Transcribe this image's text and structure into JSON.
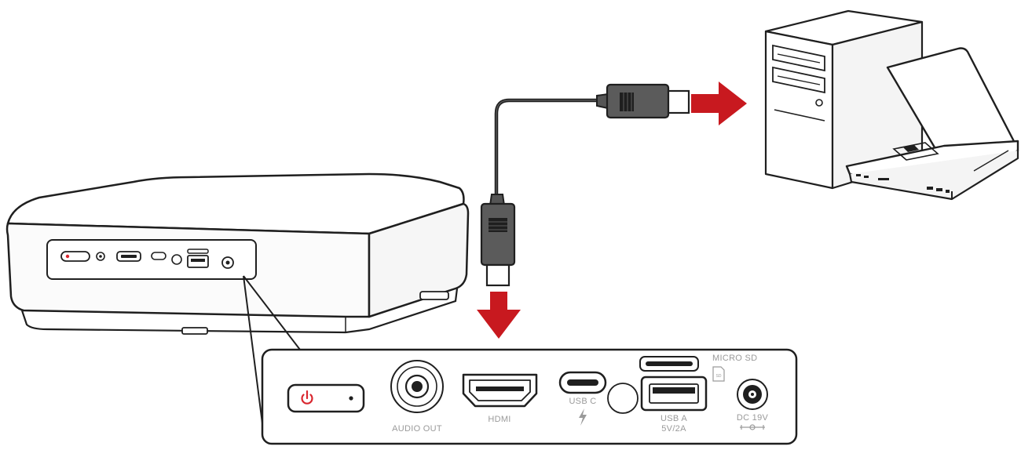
{
  "ports": {
    "audio_out": "AUDIO OUT",
    "hdmi": "HDMI",
    "usb_c": "USB C",
    "usb_a": "USB A",
    "usb_a_spec": "5V/2A",
    "micro_sd": "MICRO SD",
    "sd_badge": "SD",
    "dc_in": "DC 19V"
  },
  "colors": {
    "arrow": "#c8191f",
    "power": "#d9262e",
    "outline": "#1f1f1f",
    "label": "#9a9a9a"
  },
  "icons": {
    "power": "power-icon",
    "lightning": "lightning-icon",
    "arrow_down": "arrow-down-icon",
    "arrow_right": "arrow-right-icon"
  }
}
